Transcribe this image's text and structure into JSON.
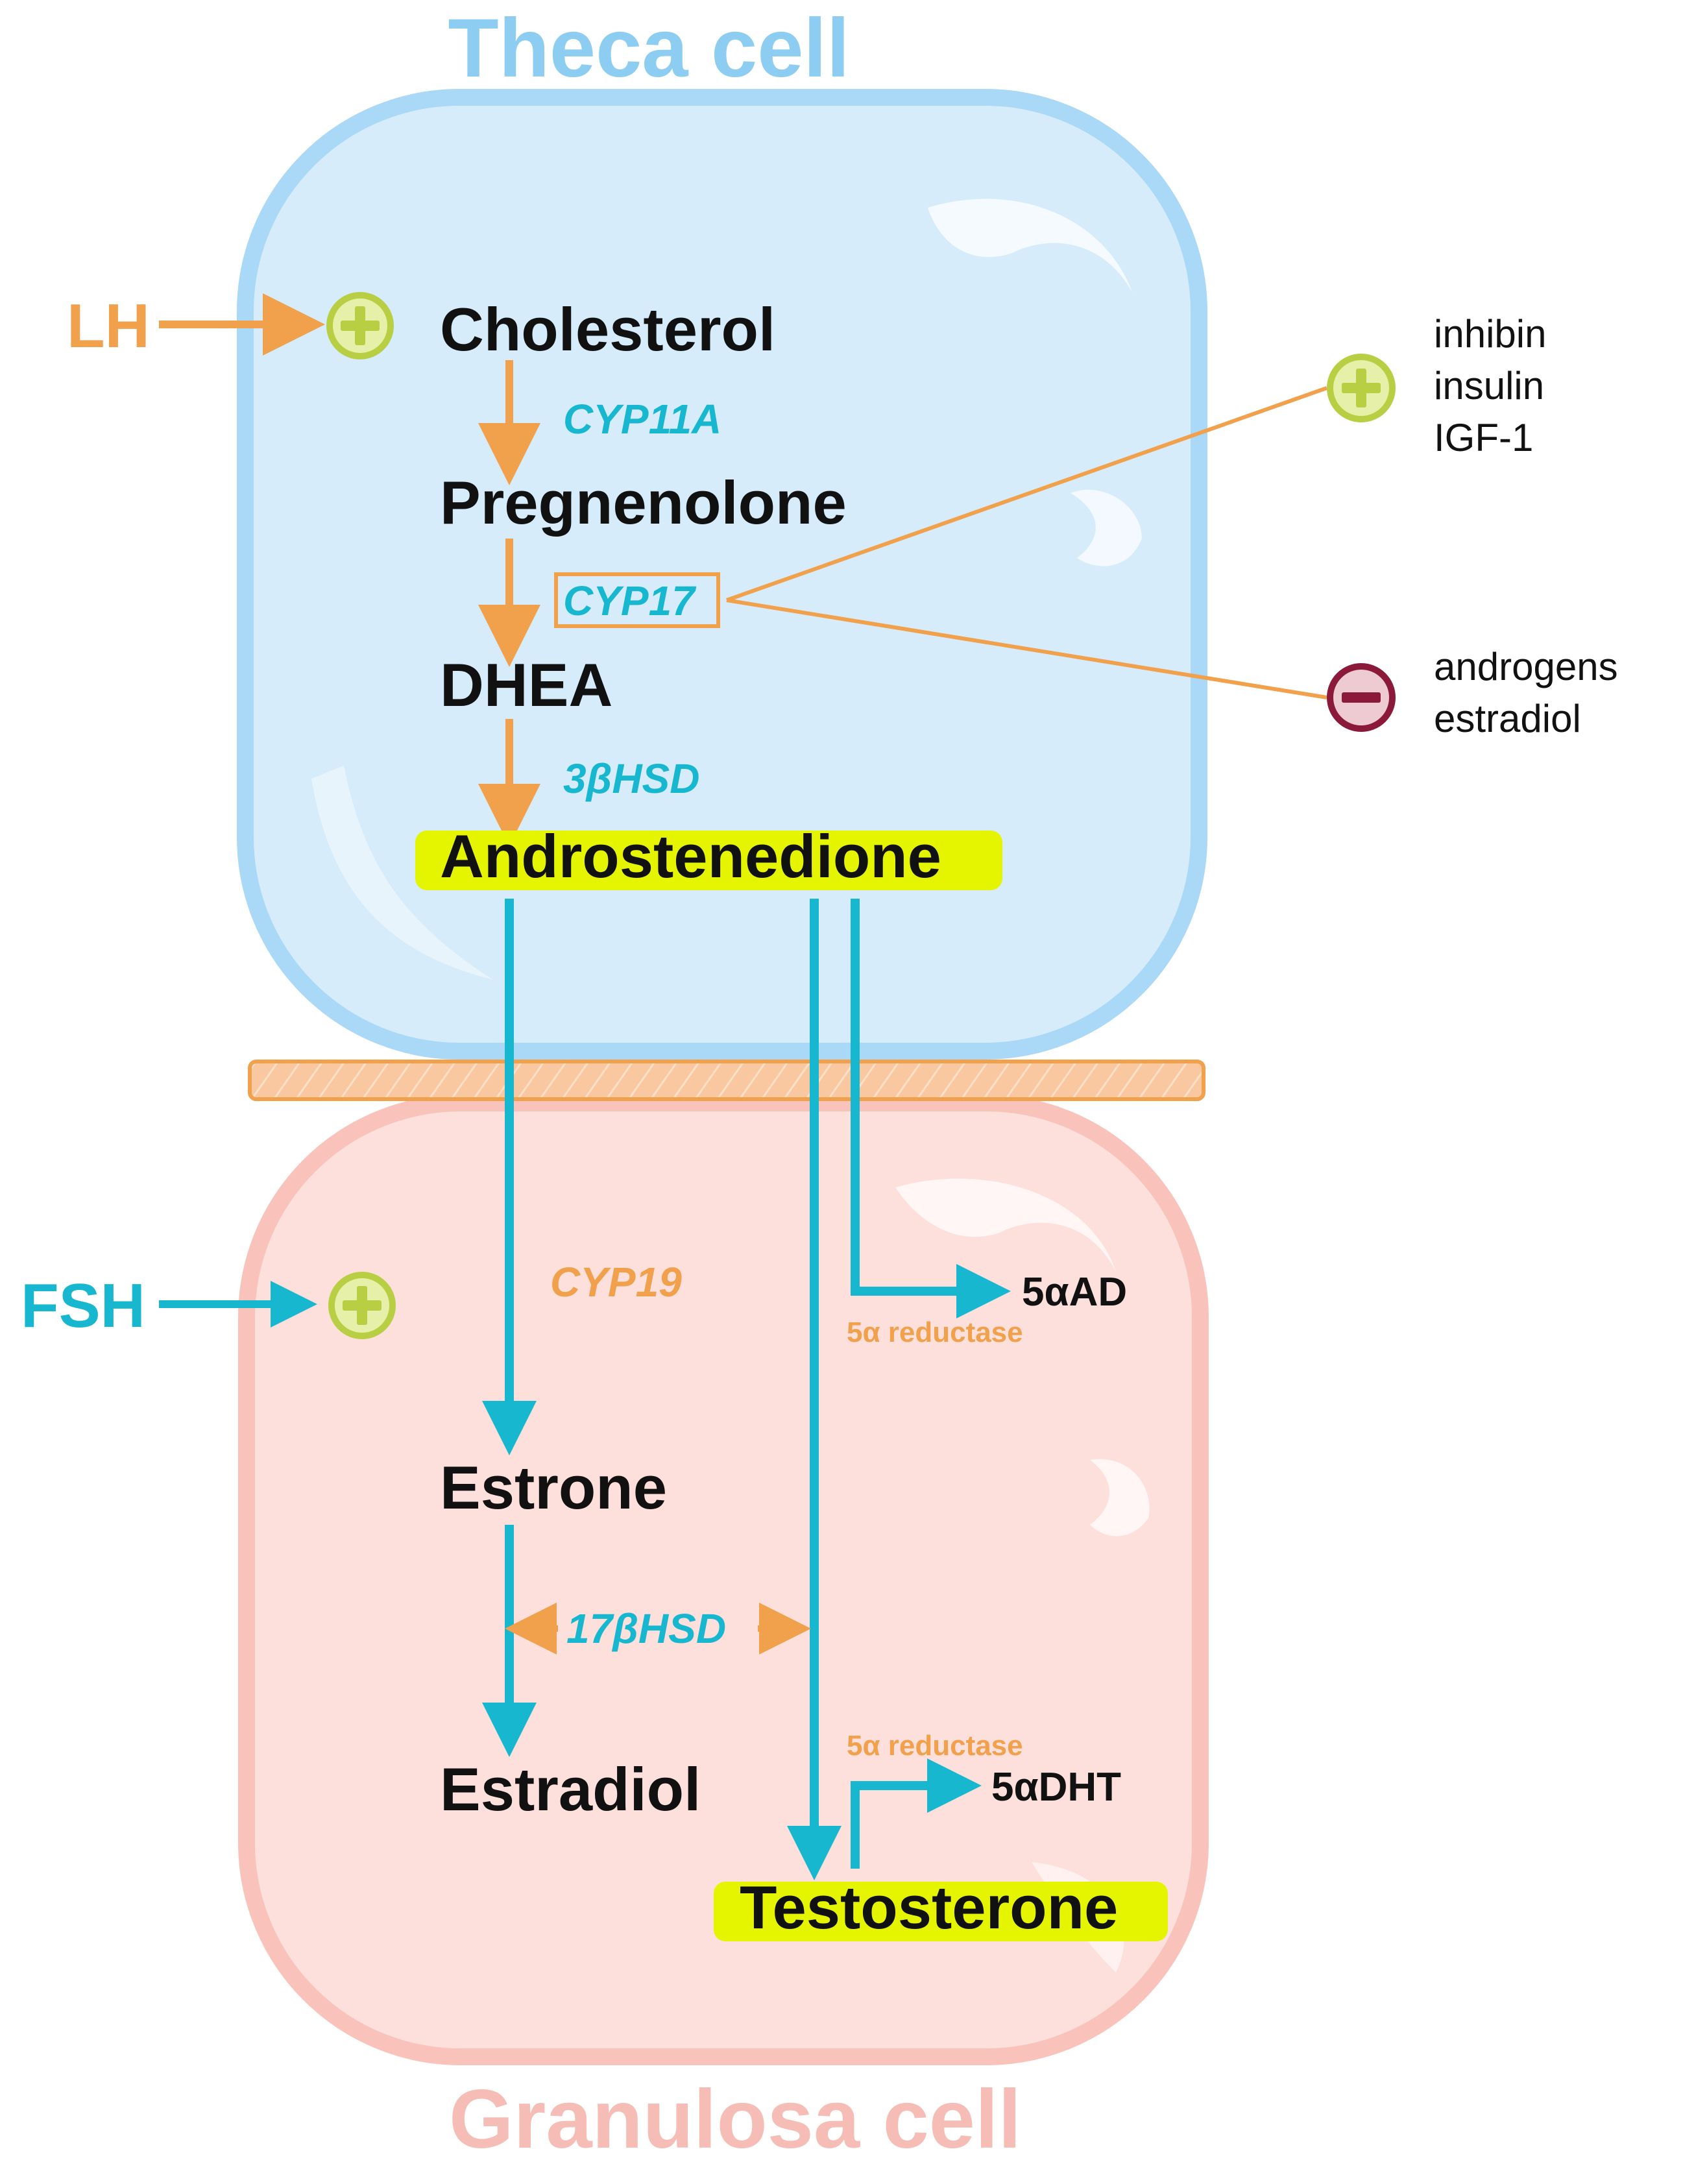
{
  "theca": {
    "title": "Theca cell",
    "stimulus": "LH",
    "cholesterol": "Cholesterol",
    "cyp11a": "CYP11A",
    "pregnenolone": "Pregnenolone",
    "cyp17": "CYP17",
    "dhea": "DHEA",
    "hsd3b": "3βHSD",
    "androstenedione": "Androstenedione"
  },
  "regulators": {
    "positive": [
      "inhibin",
      "insulin",
      "IGF-1"
    ],
    "negative": [
      "androgens",
      "estradiol"
    ]
  },
  "granulosa": {
    "title": "Granulosa cell",
    "stimulus": "FSH",
    "cyp19": "CYP19",
    "product_5aad": "5αAD",
    "reductase_1": "5α reductase",
    "estrone": "Estrone",
    "hsd17b": "17βHSD",
    "estradiol": "Estradiol",
    "reductase_2": "5α reductase",
    "product_5adht": "5αDHT",
    "testosterone": "Testosterone"
  },
  "colors": {
    "theca_fill": "#d6ecfa",
    "theca_border": "#aad8f7",
    "theca_title": "#8dcdf2",
    "granulosa_fill": "#fde0dc",
    "granulosa_border": "#f9c3bb",
    "granulosa_title": "#f5bdb5",
    "orange": "#f1a04b",
    "cyan": "#17b7cf",
    "highlight": "#e5f500",
    "plus": "#b9cf43",
    "minus": "#8b1a3a"
  }
}
